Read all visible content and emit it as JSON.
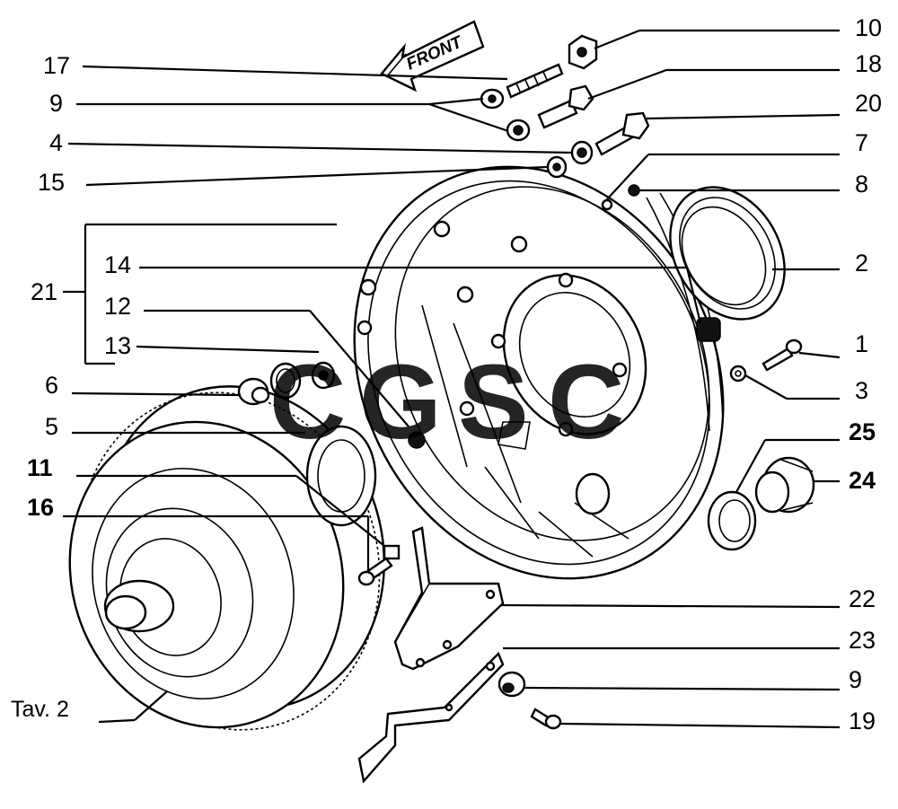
{
  "caption": "Tav. 2",
  "direction_marker": "FRONT",
  "watermark": {
    "letters": [
      "C",
      "G",
      "S",
      "C"
    ],
    "colors": [
      "#3b82f6",
      "#ef4444",
      "#f5c518",
      "#22a05a"
    ]
  },
  "left_labels": {
    "l17": "17",
    "l9": "9",
    "l4": "4",
    "l15": "15",
    "l21": "21",
    "l14": "14",
    "l12": "12",
    "l13": "13",
    "l6": "6",
    "l5": "5",
    "l11": "11",
    "l16": "16"
  },
  "right_labels": {
    "r10": "10",
    "r18": "18",
    "r20": "20",
    "r7": "7",
    "r8": "8",
    "r2": "2",
    "r1": "1",
    "r3": "3",
    "r25": "25",
    "r24": "24",
    "r22": "22",
    "r23": "23",
    "r9": "9",
    "r19": "19"
  }
}
